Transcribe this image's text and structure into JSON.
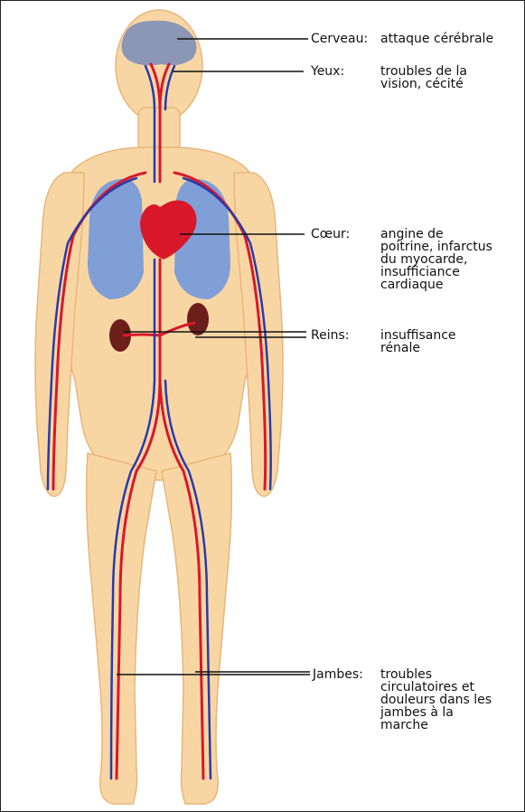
{
  "annotations": [
    {
      "id": "cerveau",
      "label": "Cerveau:",
      "description": "attaque cérébrale"
    },
    {
      "id": "yeux",
      "label": "Yeux:",
      "description": "troubles de la\nvision, cécité"
    },
    {
      "id": "coeur",
      "label": "Cœur:",
      "description": "angine de\npoitrine, infarctus\ndu myocarde,\ninsufficiance\ncardiaque"
    },
    {
      "id": "reins",
      "label": "Reins:",
      "description": "insuffisance\nrénale"
    },
    {
      "id": "jambes",
      "label": "Jambes:",
      "description": "troubles\ncirculatoires et\ndouleurs dans les\njambes à la\nmarche"
    }
  ],
  "colors": {
    "skin": "#f8d6a4",
    "skin_edge": "#e8b57a",
    "artery": "#d8182a",
    "vein": "#2b3aa8",
    "lung": "#7f9fd6",
    "brain": "#8c97b5",
    "kidney": "#6b1e1a",
    "heart": "#d8182a"
  },
  "icons": [
    "human-body-illustration"
  ]
}
